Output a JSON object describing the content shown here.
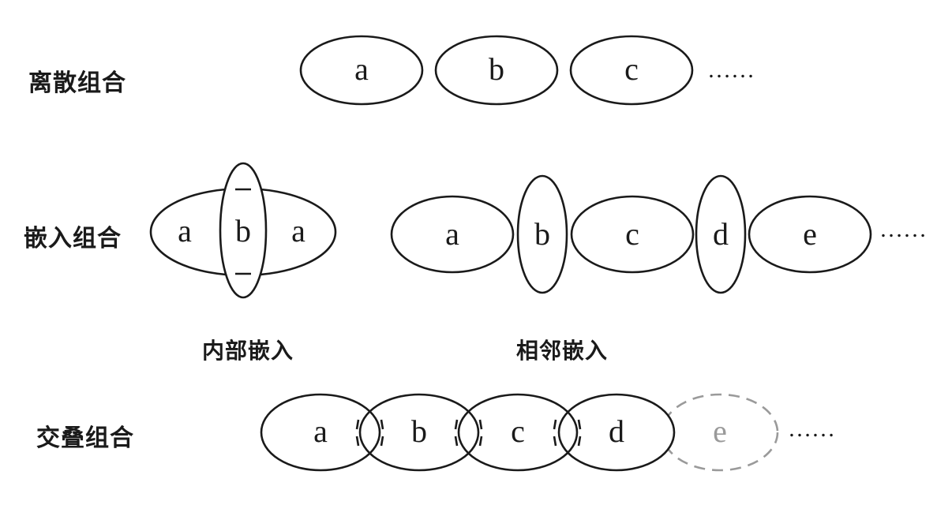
{
  "rows": {
    "discrete": {
      "label": "离散组合",
      "items": [
        "a",
        "b",
        "c"
      ],
      "ellipsis": "……"
    },
    "embedded": {
      "label": "嵌入组合",
      "internal": {
        "caption": "内部嵌入",
        "outer_left": "a",
        "inner": "b",
        "outer_right": "a"
      },
      "adjacent": {
        "caption": "相邻嵌入",
        "items": [
          "a",
          "b",
          "c",
          "d",
          "e"
        ],
        "ellipsis": "……"
      }
    },
    "overlap": {
      "label": "交叠组合",
      "items": [
        "a",
        "b",
        "c",
        "d"
      ],
      "faded_item": "e",
      "ellipsis": "……"
    }
  },
  "colors": {
    "stroke": "#1a1a1a",
    "faded": "#9a9a9a"
  }
}
